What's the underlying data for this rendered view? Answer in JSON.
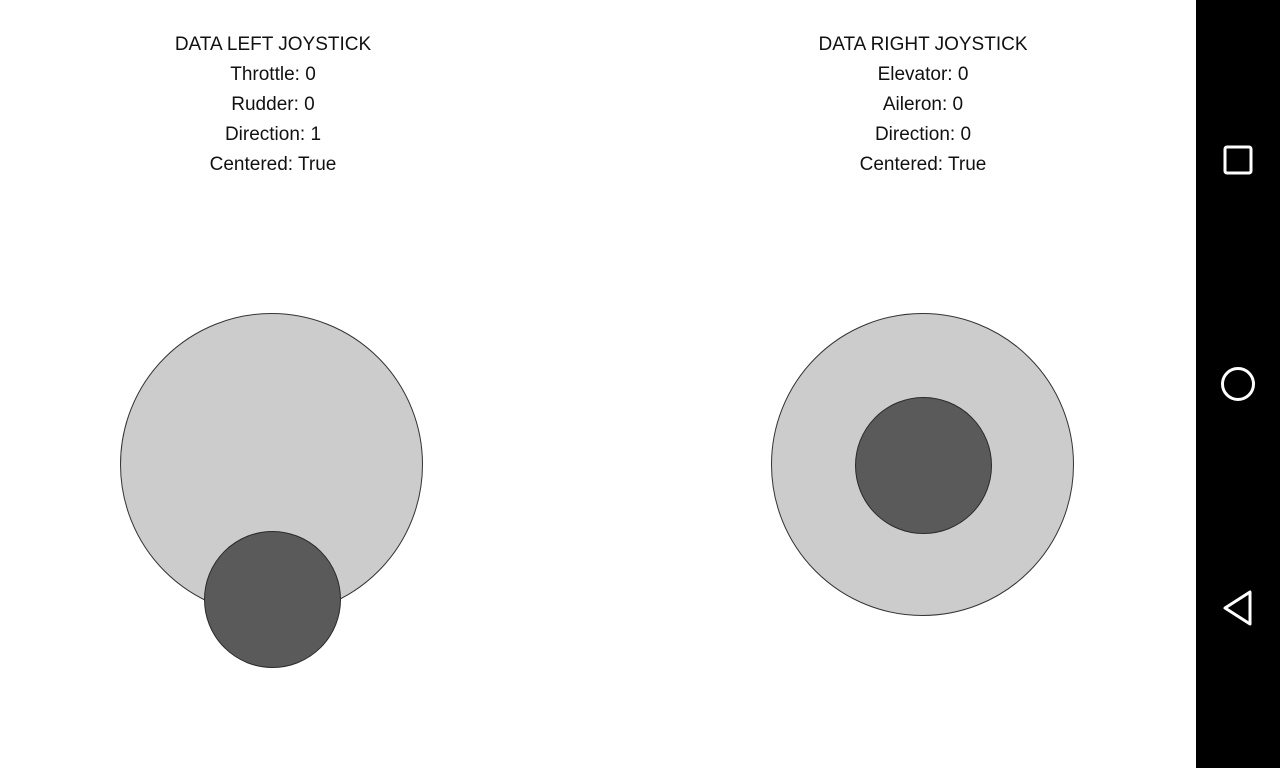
{
  "left_joystick": {
    "title": "DATA LEFT JOYSTICK",
    "lines": [
      "Throttle: 0",
      "Rudder: 0",
      "Direction: 1",
      "Centered: True"
    ]
  },
  "right_joystick": {
    "title": "DATA RIGHT JOYSTICK",
    "lines": [
      "Elevator: 0",
      "Aileron: 0",
      "Direction: 0",
      "Centered: True"
    ]
  },
  "colors": {
    "base_fill": "#cccccc",
    "knob_fill": "#5a5a5a",
    "outline": "#333333",
    "navbar": "#000000"
  },
  "navbar": {
    "buttons": [
      {
        "icon": "recent-apps-icon"
      },
      {
        "icon": "home-icon"
      },
      {
        "icon": "back-icon"
      }
    ]
  }
}
